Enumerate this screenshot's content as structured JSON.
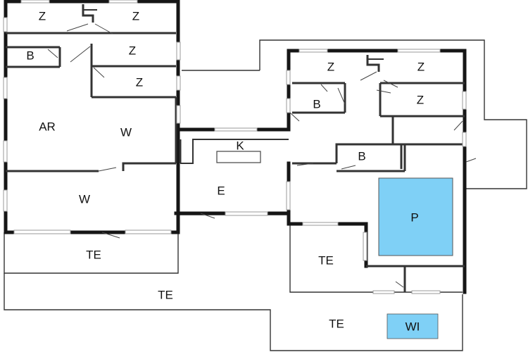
{
  "rooms": {
    "z1": "Z",
    "z2": "Z",
    "z3": "Z",
    "z4": "Z",
    "b1": "B",
    "ar": "AR",
    "w1": "W",
    "w2": "W",
    "k": "K",
    "e": "E",
    "te1": "TE",
    "te2": "TE",
    "te3": "TE",
    "te4": "TE",
    "z5": "Z",
    "z6": "Z",
    "z7": "Z",
    "b2": "B",
    "b3": "B",
    "p": "P",
    "wi": "WI"
  },
  "colors": {
    "pool": "#7fd0f6",
    "whirlpool": "#7fd0f6",
    "wall": "#161616"
  }
}
